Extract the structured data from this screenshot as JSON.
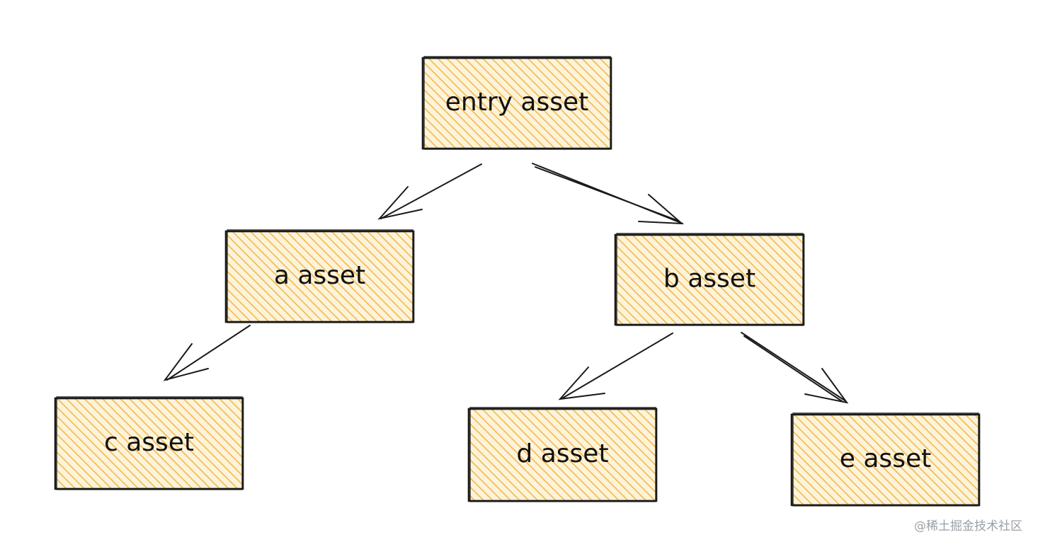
{
  "colors": {
    "fill": "#f5c04a",
    "stroke": "#1a1a1a",
    "background": "#ffffff"
  },
  "nodes": [
    {
      "id": "entry",
      "label": "entry asset"
    },
    {
      "id": "a",
      "label": "a asset"
    },
    {
      "id": "b",
      "label": "b asset"
    },
    {
      "id": "c",
      "label": "c asset"
    },
    {
      "id": "d",
      "label": "d asset"
    },
    {
      "id": "e",
      "label": "e asset"
    }
  ],
  "edges": [
    {
      "from": "entry",
      "to": "a"
    },
    {
      "from": "entry",
      "to": "b"
    },
    {
      "from": "a",
      "to": "c"
    },
    {
      "from": "b",
      "to": "d"
    },
    {
      "from": "b",
      "to": "e"
    }
  ],
  "watermark": "@稀土掘金技术社区"
}
